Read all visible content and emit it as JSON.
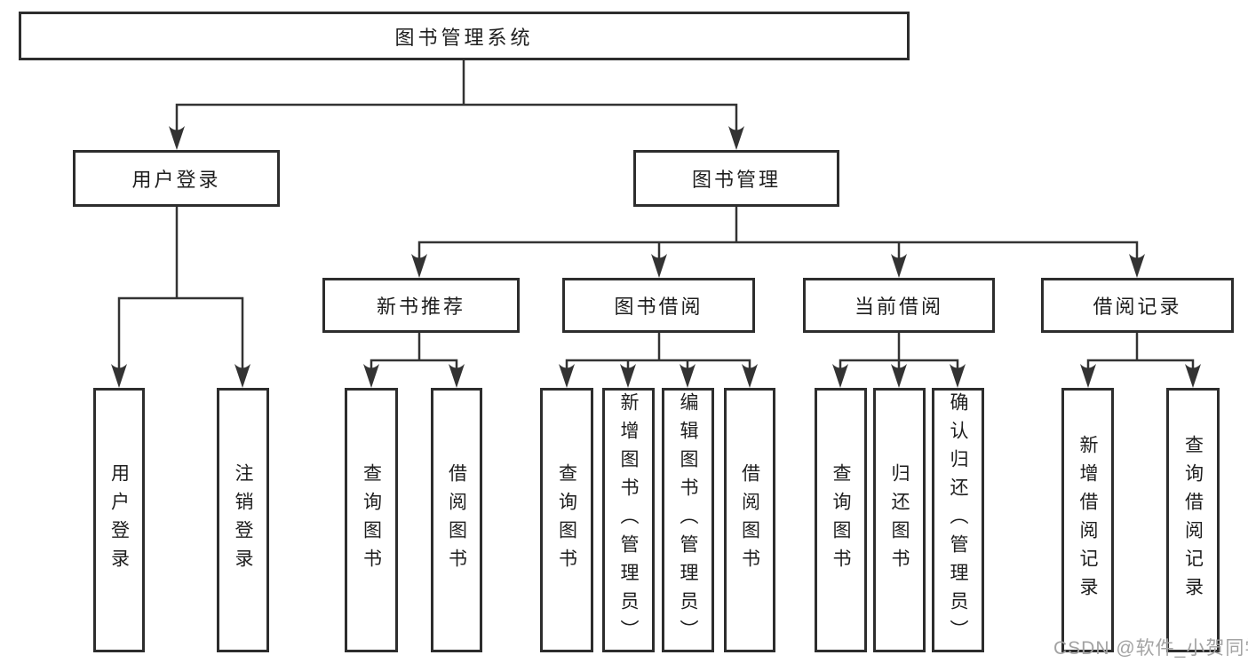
{
  "tree": {
    "label": "图书管理系统",
    "children": [
      {
        "label": "用户登录",
        "children": [
          {
            "label": "用户登录"
          },
          {
            "label": "注销登录"
          }
        ]
      },
      {
        "label": "图书管理",
        "children": [
          {
            "label": "新书推荐",
            "children": [
              {
                "label": "查询图书"
              },
              {
                "label": "借阅图书"
              }
            ]
          },
          {
            "label": "图书借阅",
            "children": [
              {
                "label": "查询图书"
              },
              {
                "label": "新增图书（管理员）"
              },
              {
                "label": "编辑图书（管理员）"
              },
              {
                "label": "借阅图书"
              }
            ]
          },
          {
            "label": "当前借阅",
            "children": [
              {
                "label": "查询图书"
              },
              {
                "label": "归还图书"
              },
              {
                "label": "确认归还（管理员）"
              }
            ]
          },
          {
            "label": "借阅记录",
            "children": [
              {
                "label": "新增借阅记录"
              },
              {
                "label": "查询借阅记录"
              }
            ]
          }
        ]
      }
    ]
  },
  "watermark": {
    "text": "CSDN @软件_小贺同学",
    "color": "#a3a3a3"
  },
  "colors": {
    "line": "#333333",
    "box_border": "#2d2d2d",
    "text": "#1e1e1e",
    "background": "#ffffff"
  }
}
